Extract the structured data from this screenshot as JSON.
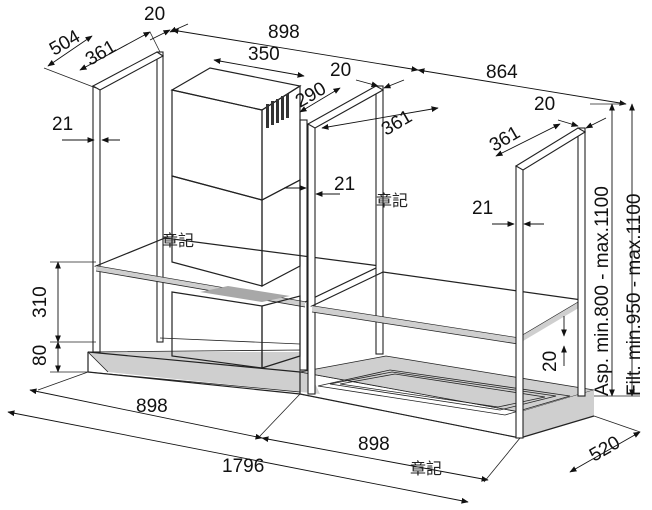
{
  "dimensions": {
    "top_depth_504": "504",
    "top_depth_361_left": "361",
    "top_gap_20_left": "20",
    "top_width_898": "898",
    "chimney_350": "350",
    "chimney_290": "290",
    "middle_gap_20": "20",
    "right_width_864": "864",
    "right_gap_20": "20",
    "middle_depth_361": "361",
    "right_depth_361": "361",
    "post_21_left": "21",
    "post_21_middle": "21",
    "post_21_right": "21",
    "height_310": "310",
    "height_80": "80",
    "height_20_right": "20",
    "bottom_898_left": "898",
    "bottom_898_right": "898",
    "bottom_total_1796": "1796",
    "depth_520": "520",
    "aspiration_height": "Asp. min.800 - max.1100",
    "filter_height": "Filt. min.950 - max.1100"
  },
  "watermarks": [
    "章記",
    "章記",
    "章記"
  ]
}
